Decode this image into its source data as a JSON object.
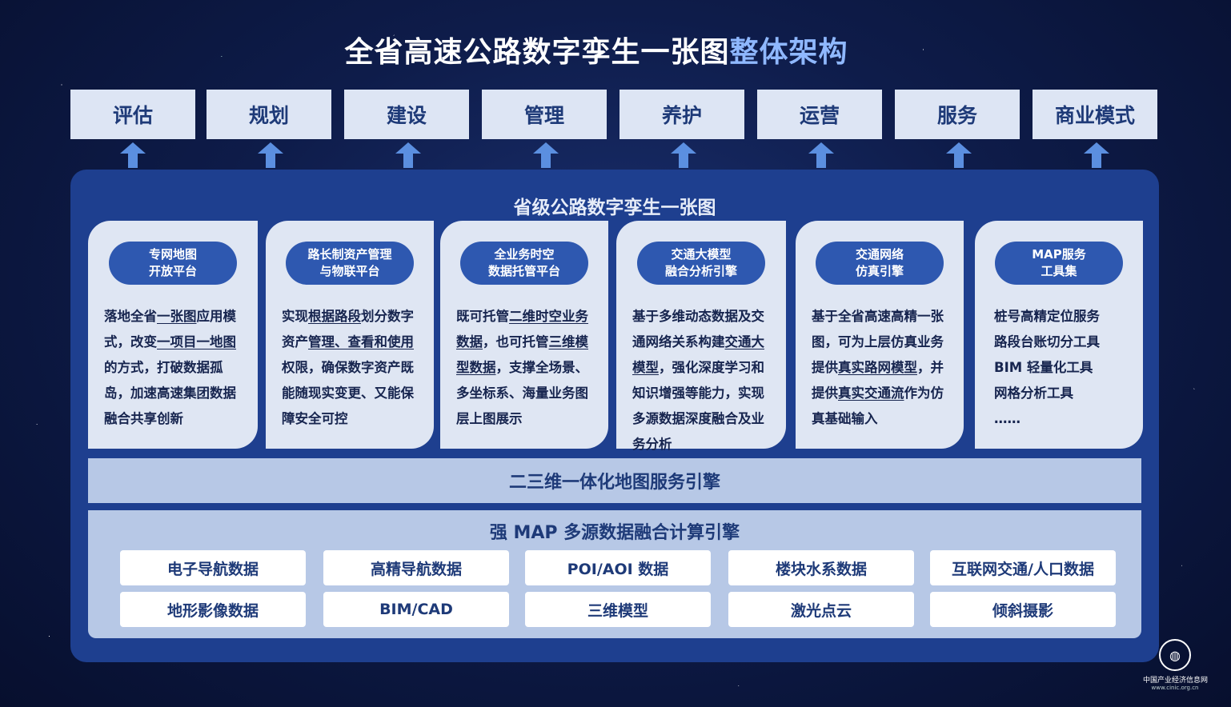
{
  "title": {
    "part1": "全省高速公路数字孪生一张图",
    "part2": "整体架构"
  },
  "top_apps": [
    "评估",
    "规划",
    "建设",
    "管理",
    "养护",
    "运营",
    "服务",
    "商业模式"
  ],
  "panel_title": "省级公路数字孪生一张图",
  "cards": [
    {
      "pill": [
        "专网地图",
        "开放平台"
      ]
    },
    {
      "pill": [
        "路长制资产管理",
        "与物联平台"
      ]
    },
    {
      "pill": [
        "全业务时空",
        "数据托管平台"
      ]
    },
    {
      "pill": [
        "交通大模型",
        "融合分析引擎"
      ]
    },
    {
      "pill": [
        "交通网络",
        "仿真引擎"
      ]
    },
    {
      "pill": [
        "MAP服务",
        "工具集"
      ]
    }
  ],
  "card_text": {
    "c1": [
      "落地全省",
      "一张图",
      "应用模式，改变",
      "一项目一地图",
      "的方式，打破数据孤岛，加速高速集团数据融合共享创新"
    ],
    "c2": [
      "实现",
      "根据路段",
      "划分数字资产",
      "管理、查看和使用",
      "权限，确保数字资产既能随现实变更、又能保障安全可控"
    ],
    "c3": [
      "既可托管",
      "二维时空业务数据",
      "，也可托管",
      "三维模型数据",
      "，支撑全场景、多坐标系、海量业务图层上图展示"
    ],
    "c4": [
      "基于多维动态数据及交通网络关系构建",
      "交通大模型",
      "，强化深度学习和知识增强等能力，实现多源数据深度融合及业务分析"
    ],
    "c5": [
      "基于全省高速高精一张图，可为上层仿真业务提供",
      "真实路网模型",
      "，并提供",
      "真实交通流",
      "作为仿真基础输入"
    ],
    "c6": [
      "桩号高精定位服务",
      "路段台账切分工具",
      "BIM 轻量化工具",
      "网格分析工具",
      "……"
    ]
  },
  "engine_label": "二三维一体化地图服务引擎",
  "data_title": "强 MAP 多源数据融合计算引擎",
  "data_sources": [
    "电子导航数据",
    "高精导航数据",
    "POI/AOI 数据",
    "楼块水系数据",
    "互联网交通/人口数据",
    "地形影像数据",
    "BIM/CAD",
    "三维模型",
    "激光点云",
    "倾斜摄影"
  ],
  "logo": {
    "text": "中国产业经济信息网",
    "url": "www.cinic.org.cn"
  },
  "colors": {
    "accent": "#2e58b0",
    "panel": "#1e3f8f",
    "card": "#dfe6f3",
    "arrow": "#5b8fe0"
  }
}
